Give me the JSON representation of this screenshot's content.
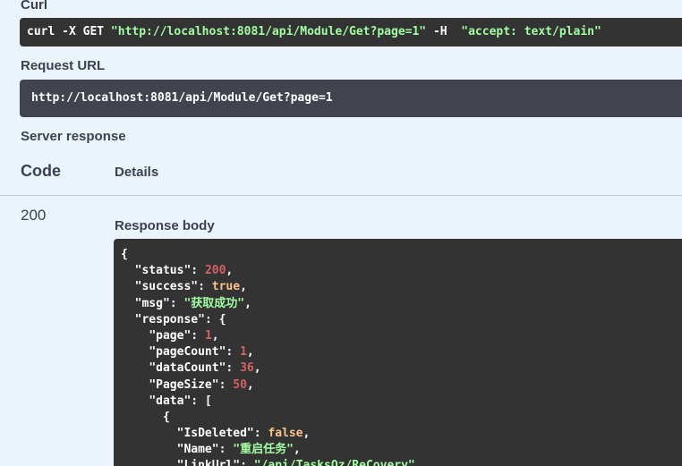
{
  "curl": {
    "label": "Curl",
    "cmd_prefix": "curl -X GET ",
    "url_quoted": "\"http://localhost:8081/api/Module/Get?page=1\"",
    "flag": " -H  ",
    "header_quoted": "\"accept: text/plain\""
  },
  "request_url": {
    "label": "Request URL",
    "value": "http://localhost:8081/api/Module/Get?page=1"
  },
  "server_response": {
    "label": "Server response",
    "code_header": "Code",
    "details_header": "Details",
    "status_code": "200",
    "response_body_label": "Response body"
  },
  "json_lines": [
    [
      {
        "t": "p",
        "v": "{"
      }
    ],
    [
      {
        "t": "p",
        "v": "  "
      },
      {
        "t": "k",
        "v": "\"status\""
      },
      {
        "t": "p",
        "v": ": "
      },
      {
        "t": "n",
        "v": "200"
      },
      {
        "t": "p",
        "v": ","
      }
    ],
    [
      {
        "t": "p",
        "v": "  "
      },
      {
        "t": "k",
        "v": "\"success\""
      },
      {
        "t": "p",
        "v": ": "
      },
      {
        "t": "b",
        "v": "true"
      },
      {
        "t": "p",
        "v": ","
      }
    ],
    [
      {
        "t": "p",
        "v": "  "
      },
      {
        "t": "k",
        "v": "\"msg\""
      },
      {
        "t": "p",
        "v": ": "
      },
      {
        "t": "s",
        "v": "\"获取成功\""
      },
      {
        "t": "p",
        "v": ","
      }
    ],
    [
      {
        "t": "p",
        "v": "  "
      },
      {
        "t": "k",
        "v": "\"response\""
      },
      {
        "t": "p",
        "v": ": {"
      }
    ],
    [
      {
        "t": "p",
        "v": "    "
      },
      {
        "t": "k",
        "v": "\"page\""
      },
      {
        "t": "p",
        "v": ": "
      },
      {
        "t": "n",
        "v": "1"
      },
      {
        "t": "p",
        "v": ","
      }
    ],
    [
      {
        "t": "p",
        "v": "    "
      },
      {
        "t": "k",
        "v": "\"pageCount\""
      },
      {
        "t": "p",
        "v": ": "
      },
      {
        "t": "n",
        "v": "1"
      },
      {
        "t": "p",
        "v": ","
      }
    ],
    [
      {
        "t": "p",
        "v": "    "
      },
      {
        "t": "k",
        "v": "\"dataCount\""
      },
      {
        "t": "p",
        "v": ": "
      },
      {
        "t": "n",
        "v": "36"
      },
      {
        "t": "p",
        "v": ","
      }
    ],
    [
      {
        "t": "p",
        "v": "    "
      },
      {
        "t": "k",
        "v": "\"PageSize\""
      },
      {
        "t": "p",
        "v": ": "
      },
      {
        "t": "n",
        "v": "50"
      },
      {
        "t": "p",
        "v": ","
      }
    ],
    [
      {
        "t": "p",
        "v": "    "
      },
      {
        "t": "k",
        "v": "\"data\""
      },
      {
        "t": "p",
        "v": ": ["
      }
    ],
    [
      {
        "t": "p",
        "v": "      {"
      }
    ],
    [
      {
        "t": "p",
        "v": "        "
      },
      {
        "t": "k",
        "v": "\"IsDeleted\""
      },
      {
        "t": "p",
        "v": ": "
      },
      {
        "t": "b",
        "v": "false"
      },
      {
        "t": "p",
        "v": ","
      }
    ],
    [
      {
        "t": "p",
        "v": "        "
      },
      {
        "t": "k",
        "v": "\"Name\""
      },
      {
        "t": "p",
        "v": ": "
      },
      {
        "t": "s",
        "v": "\"重启任务\""
      },
      {
        "t": "p",
        "v": ","
      }
    ],
    [
      {
        "t": "p",
        "v": "        "
      },
      {
        "t": "k",
        "v": "\"LinkUrl\""
      },
      {
        "t": "p",
        "v": ": "
      },
      {
        "t": "s",
        "v": "\"/api/TasksQz/ReCovery\""
      },
      {
        "t": "p",
        "v": ","
      }
    ]
  ]
}
